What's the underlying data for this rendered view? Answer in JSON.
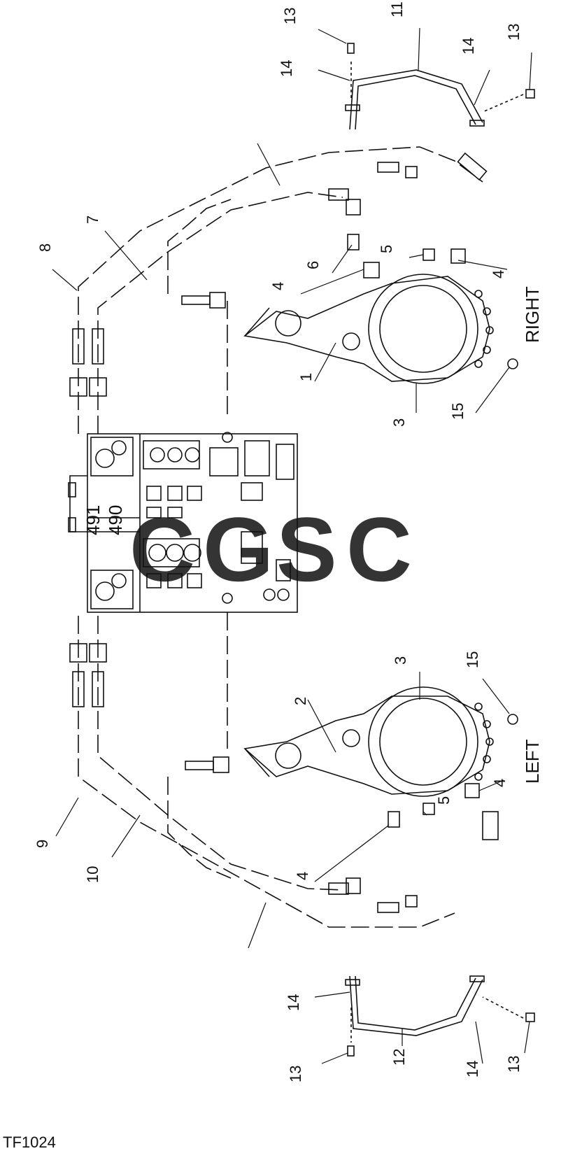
{
  "diagram": {
    "side_labels": {
      "right": "RIGHT",
      "left": "LEFT"
    },
    "valve_labels": [
      "491",
      "490"
    ],
    "figure_code": "TF1024",
    "watermark": {
      "letters": [
        "C",
        "G",
        "S",
        "C"
      ],
      "colors": [
        "#5b9bf0",
        "#f08a80",
        "#f5d66a",
        "#7cc4a2"
      ]
    },
    "callouts": {
      "top_13a": "13",
      "top_14a": "14",
      "top_11": "11",
      "top_14b": "14",
      "top_13b": "13",
      "c8": "8",
      "c7": "7",
      "c6": "6",
      "c5r": "5",
      "c4r1": "4",
      "c4r2": "4",
      "c1": "1",
      "c3r": "3",
      "c15r": "15",
      "c2": "2",
      "c3l": "3",
      "c15l": "15",
      "c4l1": "4",
      "c4l2": "4",
      "c5l": "5",
      "c9": "9",
      "c10": "10",
      "bot_14a": "14",
      "bot_13a": "13",
      "bot_12": "12",
      "bot_14b": "14",
      "bot_13b": "13"
    }
  }
}
